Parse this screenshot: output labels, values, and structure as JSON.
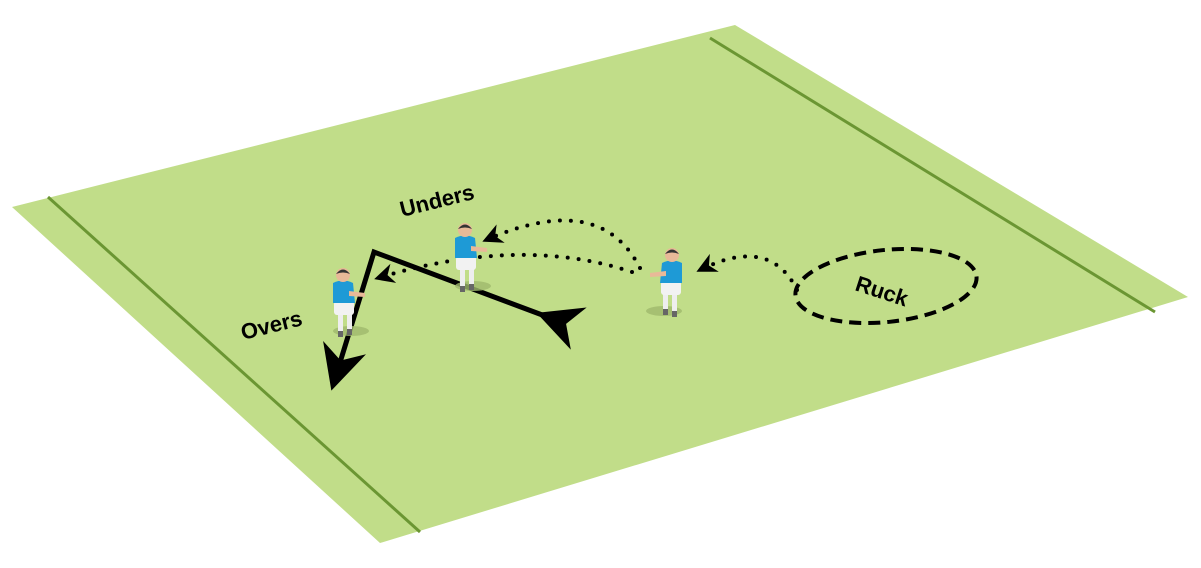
{
  "labels": {
    "unders": "Unders",
    "overs": "Overs",
    "ruck": "Ruck"
  },
  "colors": {
    "pitch": "#c1dd89",
    "pitch_line": "#6b9633",
    "jersey": "#1e9ad6",
    "shorts": "#f2f2f2",
    "arrow": "#000000"
  }
}
